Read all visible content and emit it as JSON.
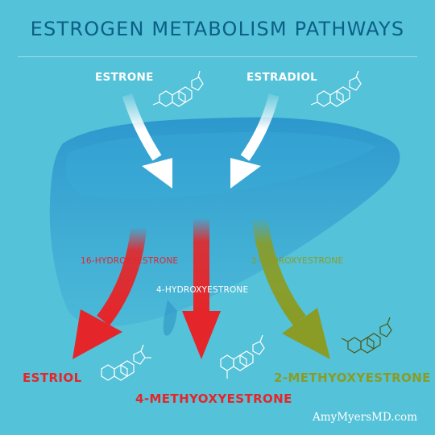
{
  "title": "ESTROGEN METABOLISM PATHWAYS",
  "sources": {
    "left": "ESTRONE",
    "right": "ESTRADIOL"
  },
  "intermediates": {
    "left": "16-HYDROXYESTRONE",
    "middle": "4-HYDROXYESTRONE",
    "right": "2-HYDROXYESTRONE"
  },
  "products": {
    "left": "ESTRIOL",
    "middle": "4-METHYOXYESTRONE",
    "right": "2-METHYOXYESTRONE"
  },
  "brand": "AmyMyersMD.com",
  "colors": {
    "background": "#54c2d8",
    "title": "#0c5f86",
    "liver": "#2e9cd0",
    "red": "#e4262a",
    "green": "#8a9c26",
    "white": "#ffffff"
  }
}
